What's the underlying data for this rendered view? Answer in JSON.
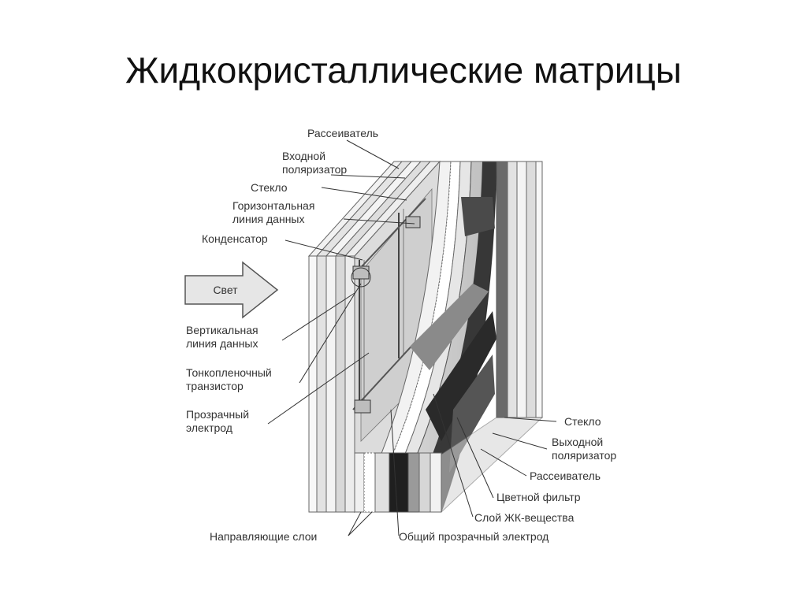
{
  "slide": {
    "title": "Жидкокристаллические матрицы"
  },
  "diagram": {
    "arrow_label": "Свет",
    "labels": {
      "diffuser_top": "Рассеиватель",
      "input_polarizer_1": "Входной",
      "input_polarizer_2": "поляризатор",
      "glass_top": "Стекло",
      "horizontal_line_1": "Горизонтальная",
      "horizontal_line_2": "линия данных",
      "capacitor": "Конденсатор",
      "vertical_line_1": "Вертикальная",
      "vertical_line_2": "линия данных",
      "tft_1": "Тонкопленочный",
      "tft_2": "транзистор",
      "transparent_electrode_1": "Прозрачный",
      "transparent_electrode_2": "электрод",
      "guide_layers": "Направляющие слои",
      "common_electrode": "Общий прозрачный электрод",
      "glass_right": "Стекло",
      "output_polarizer_1": "Выходной",
      "output_polarizer_2": "поляризатор",
      "diffuser_right": "Рассеиватель",
      "color_filter": "Цветной фильтр",
      "lc_layer": "Слой ЖК-вещества"
    }
  }
}
